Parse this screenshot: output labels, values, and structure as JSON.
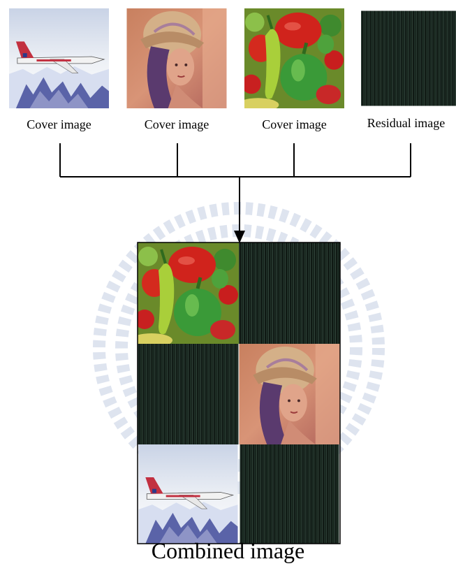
{
  "inputs": [
    {
      "kind": "jet",
      "label": "Cover image"
    },
    {
      "kind": "lena",
      "label": "Cover image"
    },
    {
      "kind": "peppers",
      "label": "Cover image"
    },
    {
      "kind": "residual",
      "label": "Residual image"
    }
  ],
  "grid": [
    [
      "peppers",
      "residual"
    ],
    [
      "residual",
      "lena"
    ],
    [
      "jet",
      "residual"
    ]
  ],
  "caption": "Combined image",
  "colors": {
    "line": "#000000",
    "residual": "#14201a"
  }
}
